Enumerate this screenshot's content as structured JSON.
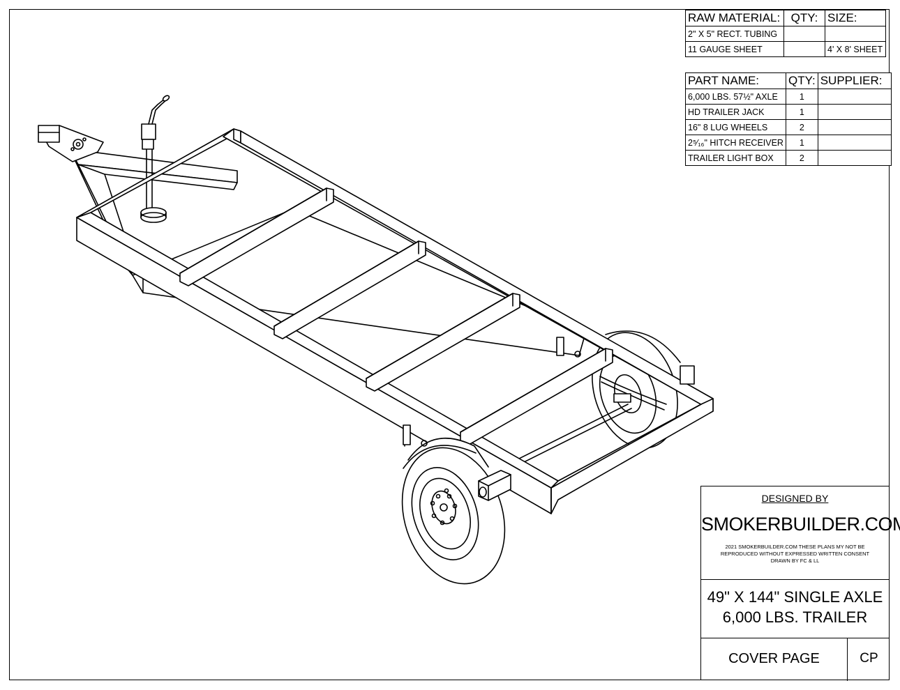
{
  "raw_material_table": {
    "headers": [
      "RAW MATERIAL:",
      "QTY:",
      "SIZE:"
    ],
    "rows": [
      {
        "material": "2\" X 5\" RECT. TUBING",
        "qty": "",
        "size": ""
      },
      {
        "material": "11 GAUGE SHEET",
        "qty": "",
        "size": "4' X 8' SHEET"
      }
    ]
  },
  "parts_table": {
    "headers": [
      "PART NAME:",
      "QTY:",
      "SUPPLIER:"
    ],
    "rows": [
      {
        "name": "6,000 LBS. 57½\" AXLE",
        "qty": "1",
        "supplier": ""
      },
      {
        "name": "HD TRAILER JACK",
        "qty": "1",
        "supplier": ""
      },
      {
        "name": "16\" 8 LUG WHEELS",
        "qty": "2",
        "supplier": ""
      },
      {
        "name": "2⁵⁄₁₆\" HITCH RECEIVER",
        "qty": "1",
        "supplier": ""
      },
      {
        "name": "TRAILER LIGHT BOX",
        "qty": "2",
        "supplier": ""
      }
    ]
  },
  "title_block": {
    "designed_by": "DESIGNED BY",
    "company": "SMOKERBUILDER.COM",
    "note_line1": "2021 SMOKERBUILDER.COM THESE PLANS MY NOT BE",
    "note_line2": "REPRODUCED WITHOUT EXPRESSED WRITTEN CONSENT",
    "note_line3": "DRAWN BY FC & LL",
    "title_line1": "49\" X 144\" SINGLE AXLE",
    "title_line2": "6,000 LBS. TRAILER",
    "page_name": "COVER PAGE",
    "page_code": "CP"
  }
}
